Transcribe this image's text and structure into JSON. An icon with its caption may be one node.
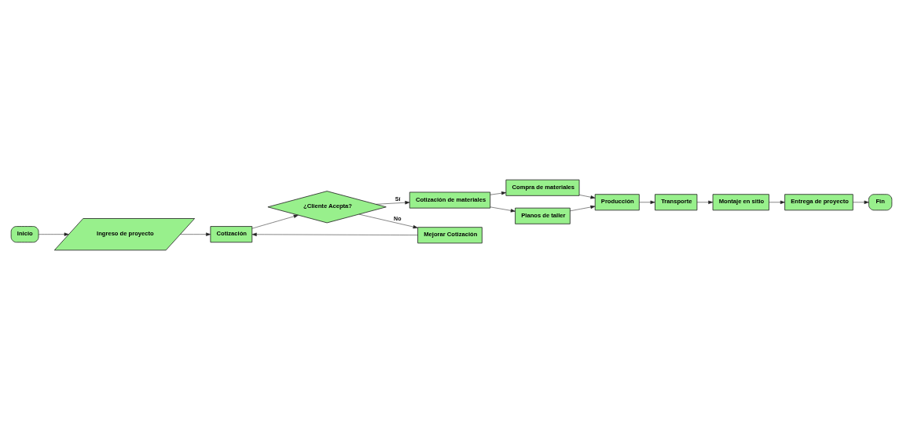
{
  "diagram": {
    "nodes": [
      {
        "text": [
          "Inicio"
        ]
      },
      {
        "text": [
          "Ingreso de proyecto"
        ]
      },
      {
        "text": [
          "Cotización"
        ]
      },
      {
        "text": [
          "Mejorar Cotización"
        ]
      },
      {
        "text": [
          "¿Cliente Acepta?"
        ]
      },
      {
        "text": [
          "Cotización de materiales"
        ]
      },
      {
        "text": [
          "Compra de materiales"
        ]
      },
      {
        "text": [
          "Planos de taller"
        ]
      },
      {
        "text": [
          "Producción"
        ]
      },
      {
        "text": [
          "Transporte"
        ]
      },
      {
        "text": [
          "Montaje en sitio"
        ]
      },
      {
        "text": [
          "Entrega de proyecto"
        ]
      },
      {
        "text": [
          "Fin"
        ]
      }
    ],
    "edges": [
      {
        "from": 0,
        "to": 1,
        "arrow": "to"
      },
      {
        "from": 1,
        "to": 2,
        "arrow": "to"
      },
      {
        "from": 2,
        "to": 4,
        "arrow": "to"
      },
      {
        "from": 4,
        "to": 3,
        "arrow": "to",
        "label": "No"
      },
      {
        "from": 3,
        "to": 2,
        "arrow": "to"
      },
      {
        "from": 4,
        "to": 5,
        "arrow": "to",
        "label": "Sí"
      },
      {
        "from": 5,
        "to": 6,
        "arrow": "to"
      },
      {
        "from": 5,
        "to": 7,
        "arrow": "to"
      },
      {
        "from": 6,
        "to": 8,
        "arrow": "to"
      },
      {
        "from": 7,
        "to": 8,
        "arrow": "to"
      },
      {
        "from": 8,
        "to": 9,
        "arrow": "to"
      },
      {
        "from": 9,
        "to": 10,
        "arrow": "to"
      },
      {
        "from": 10,
        "to": 11,
        "arrow": "to"
      },
      {
        "from": 11,
        "to": 12,
        "arrow": "to"
      }
    ]
  }
}
